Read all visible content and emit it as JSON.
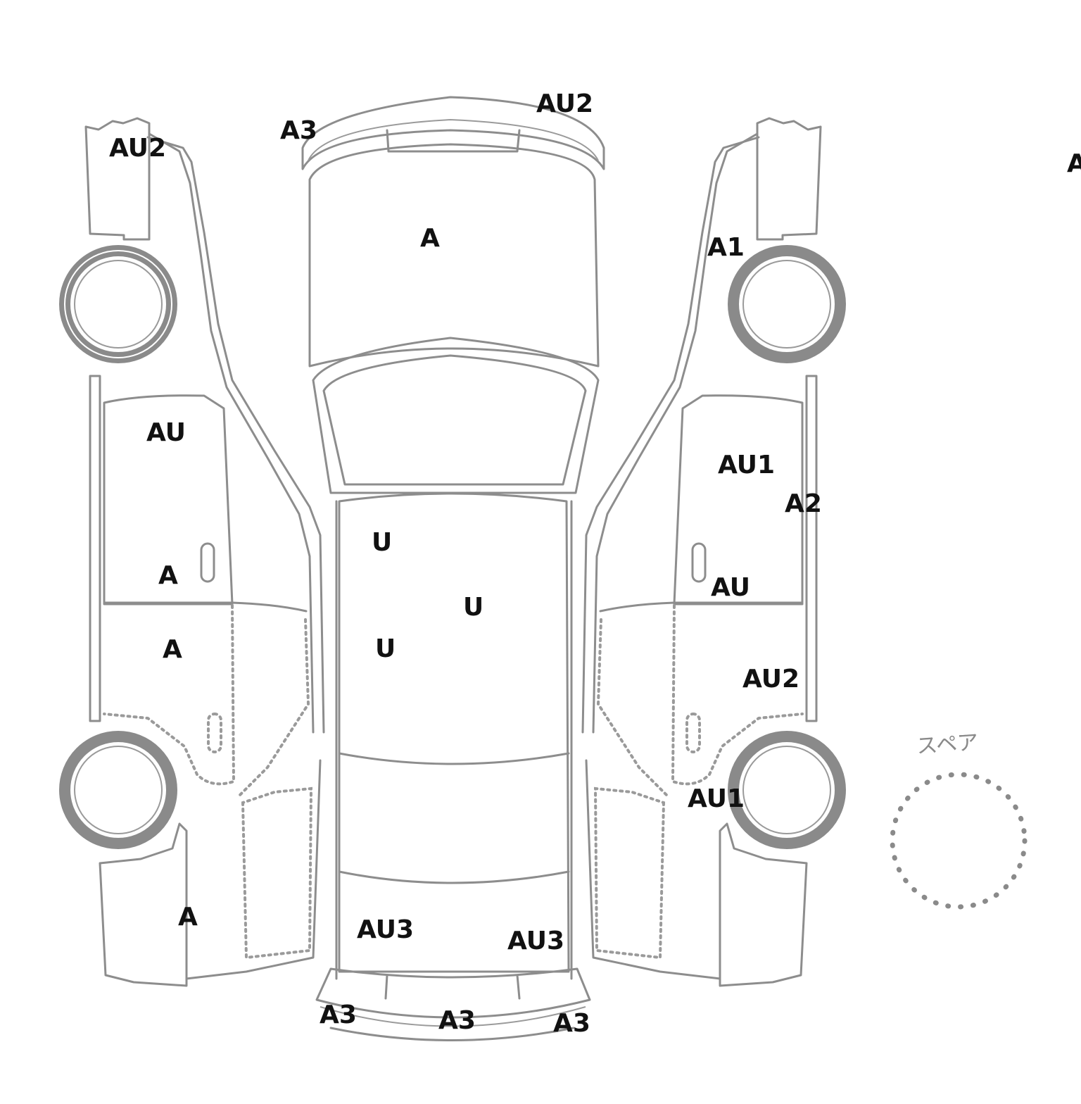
{
  "spare_label": "スペア",
  "marks": {
    "left_front_fender_top": "AU2",
    "left_front_door": "AU",
    "left_front_door_lower": "A",
    "left_rear_door": "A",
    "left_rear_quarter": "A",
    "hood_left_corner": "A3",
    "front_bumper_right": "AU2",
    "hood": "A",
    "roof_upper": "U",
    "roof_center": "U",
    "roof_lower": "U",
    "trunk_left": "AU3",
    "trunk_right": "AU3",
    "rear_bumper_left": "A3",
    "rear_bumper_center": "A3",
    "rear_bumper_right": "A3",
    "right_front_fender": "A1",
    "right_front_door": "AU1",
    "right_front_door_edge": "A2",
    "right_front_door_lower": "AU",
    "right_rear_door": "AU2",
    "right_rear_quarter": "AU1",
    "edge_cutoff": "A"
  }
}
